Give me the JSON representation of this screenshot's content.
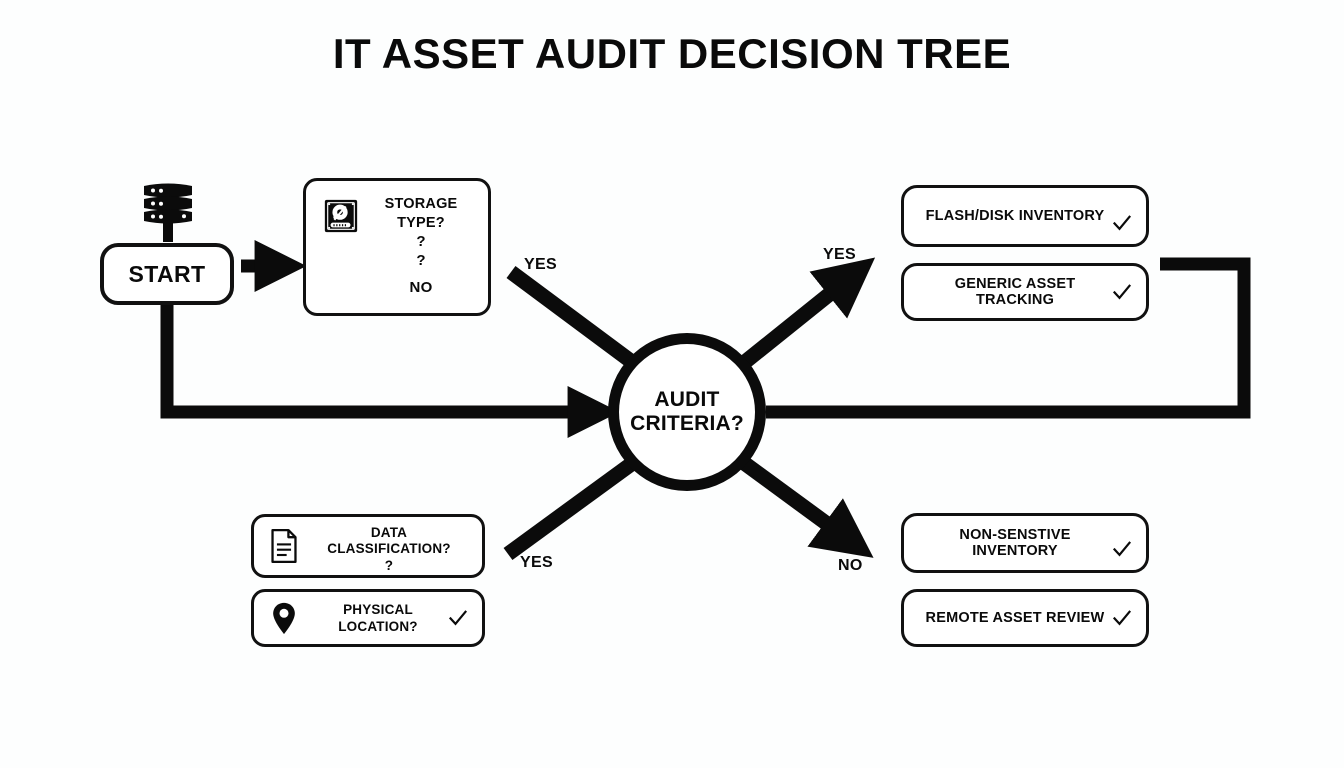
{
  "page": {
    "title": "IT ASSET AUDIT DECISION TREE",
    "background_color": "#fdfefe",
    "ink_color": "#0a0a0a"
  },
  "nodes": {
    "start": {
      "label": "START",
      "icon": "server-stack-icon"
    },
    "storage_type": {
      "icon": "hard-disk-icon",
      "line1": "STORAGE",
      "line2": "TYPE?",
      "line3": "?",
      "line4": "?",
      "line5": "NO"
    },
    "audit_criteria": {
      "line1": "AUDIT",
      "line2": "CRITERIA?"
    },
    "data_classification": {
      "icon": "document-icon",
      "line1": "DATA",
      "line2": "CLASSIFICATION?",
      "line3": "?"
    },
    "physical_location": {
      "icon": "map-pin-icon",
      "line1": "PHYSICAL",
      "line2": "LOCATION?",
      "check": "check-icon"
    }
  },
  "outcomes": [
    {
      "id": "flash-disk-inventory",
      "label": "FLASH/DISK INVENTORY",
      "check": "check-icon"
    },
    {
      "id": "generic-asset-tracking",
      "label": "GENERIC ASSET TRACKING",
      "check": "check-icon"
    },
    {
      "id": "non-senstive-inventory",
      "label": "NON-SENSTIVE INVENTORY",
      "check": "check-icon"
    },
    {
      "id": "remote-asset-review",
      "label": "REMOTE ASSET REVIEW",
      "check": "check-icon"
    }
  ],
  "edge_labels": {
    "upper_left": "YES",
    "upper_right": "YES",
    "lower_left": "YES",
    "lower_right": "NO"
  }
}
